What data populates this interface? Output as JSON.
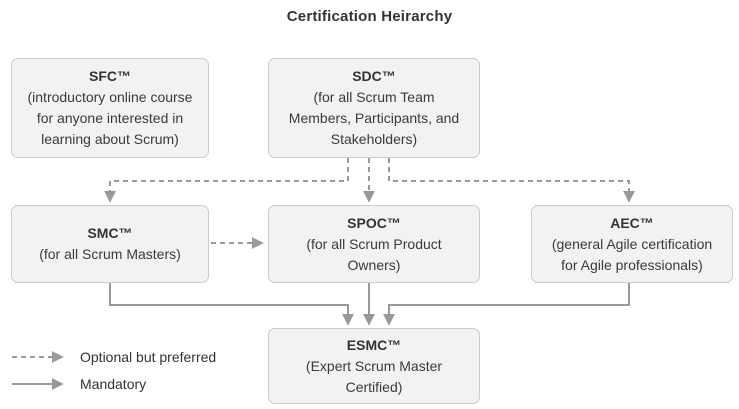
{
  "title": "Certification Heirarchy",
  "nodes": {
    "sfc": {
      "title": "SFC™",
      "desc": "(introductory online course\nfor anyone interested in\nlearning about Scrum)"
    },
    "sdc": {
      "title": "SDC™",
      "desc": "(for all Scrum Team\nMembers, Participants, and\nStakeholders)"
    },
    "smc": {
      "title": "SMC™",
      "desc": "(for all Scrum Masters)"
    },
    "spoc": {
      "title": "SPOC™",
      "desc": "(for all Scrum Product\nOwners)"
    },
    "aec": {
      "title": "AEC™",
      "desc": "(general Agile certification\nfor Agile professionals)"
    },
    "esmc": {
      "title": "ESMC™",
      "desc": "(Expert Scrum Master\nCertified)"
    }
  },
  "legend": {
    "optional_label": "Optional but preferred",
    "mandatory_label": "Mandatory"
  },
  "colors": {
    "node_fill": "#f2f2f2",
    "node_border": "#cccccc",
    "connector": "#999999",
    "text": "#333333"
  }
}
